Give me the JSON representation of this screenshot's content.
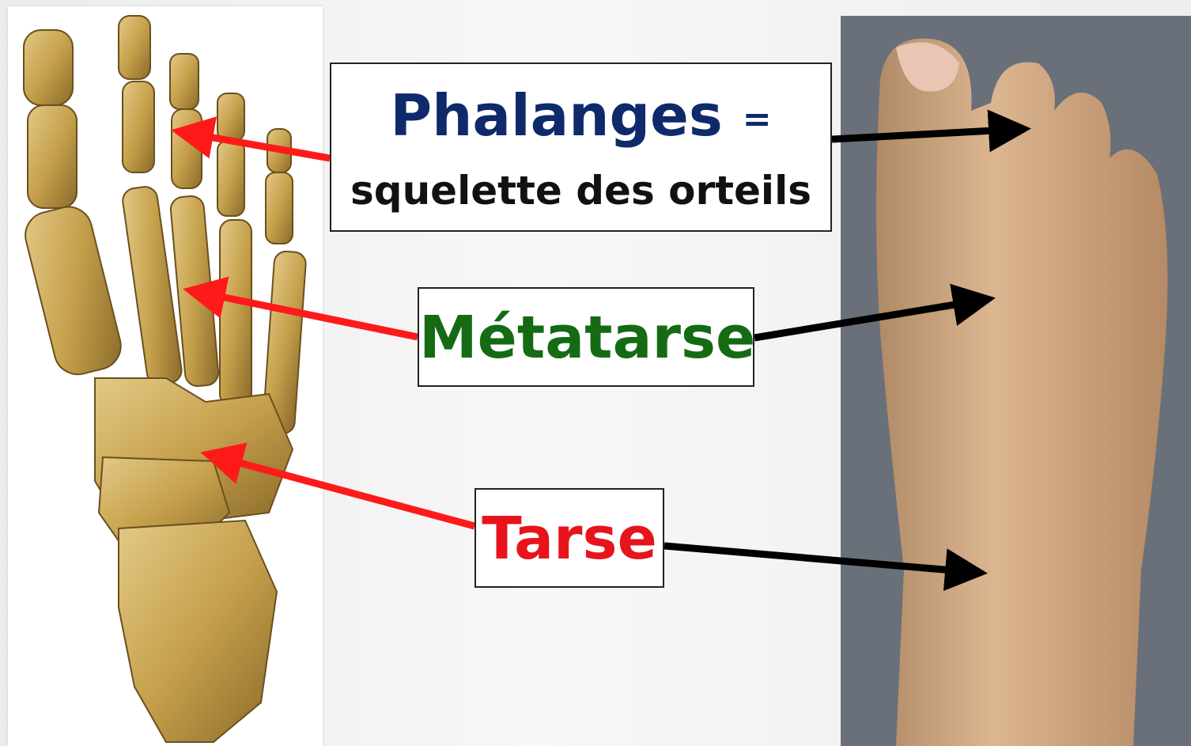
{
  "labels": {
    "phalanges_title": "Phalanges",
    "phalanges_equals": "=",
    "phalanges_subtitle": "squelette des orteils",
    "metatarse": "Métatarse",
    "tarse": "Tarse"
  },
  "colors": {
    "phalanges": "#0e2a6b",
    "metatarse": "#146b14",
    "tarse": "#e8141c",
    "arrow_left": "#ff1a1a",
    "arrow_right": "#000000",
    "bone": "#c9a64e"
  }
}
